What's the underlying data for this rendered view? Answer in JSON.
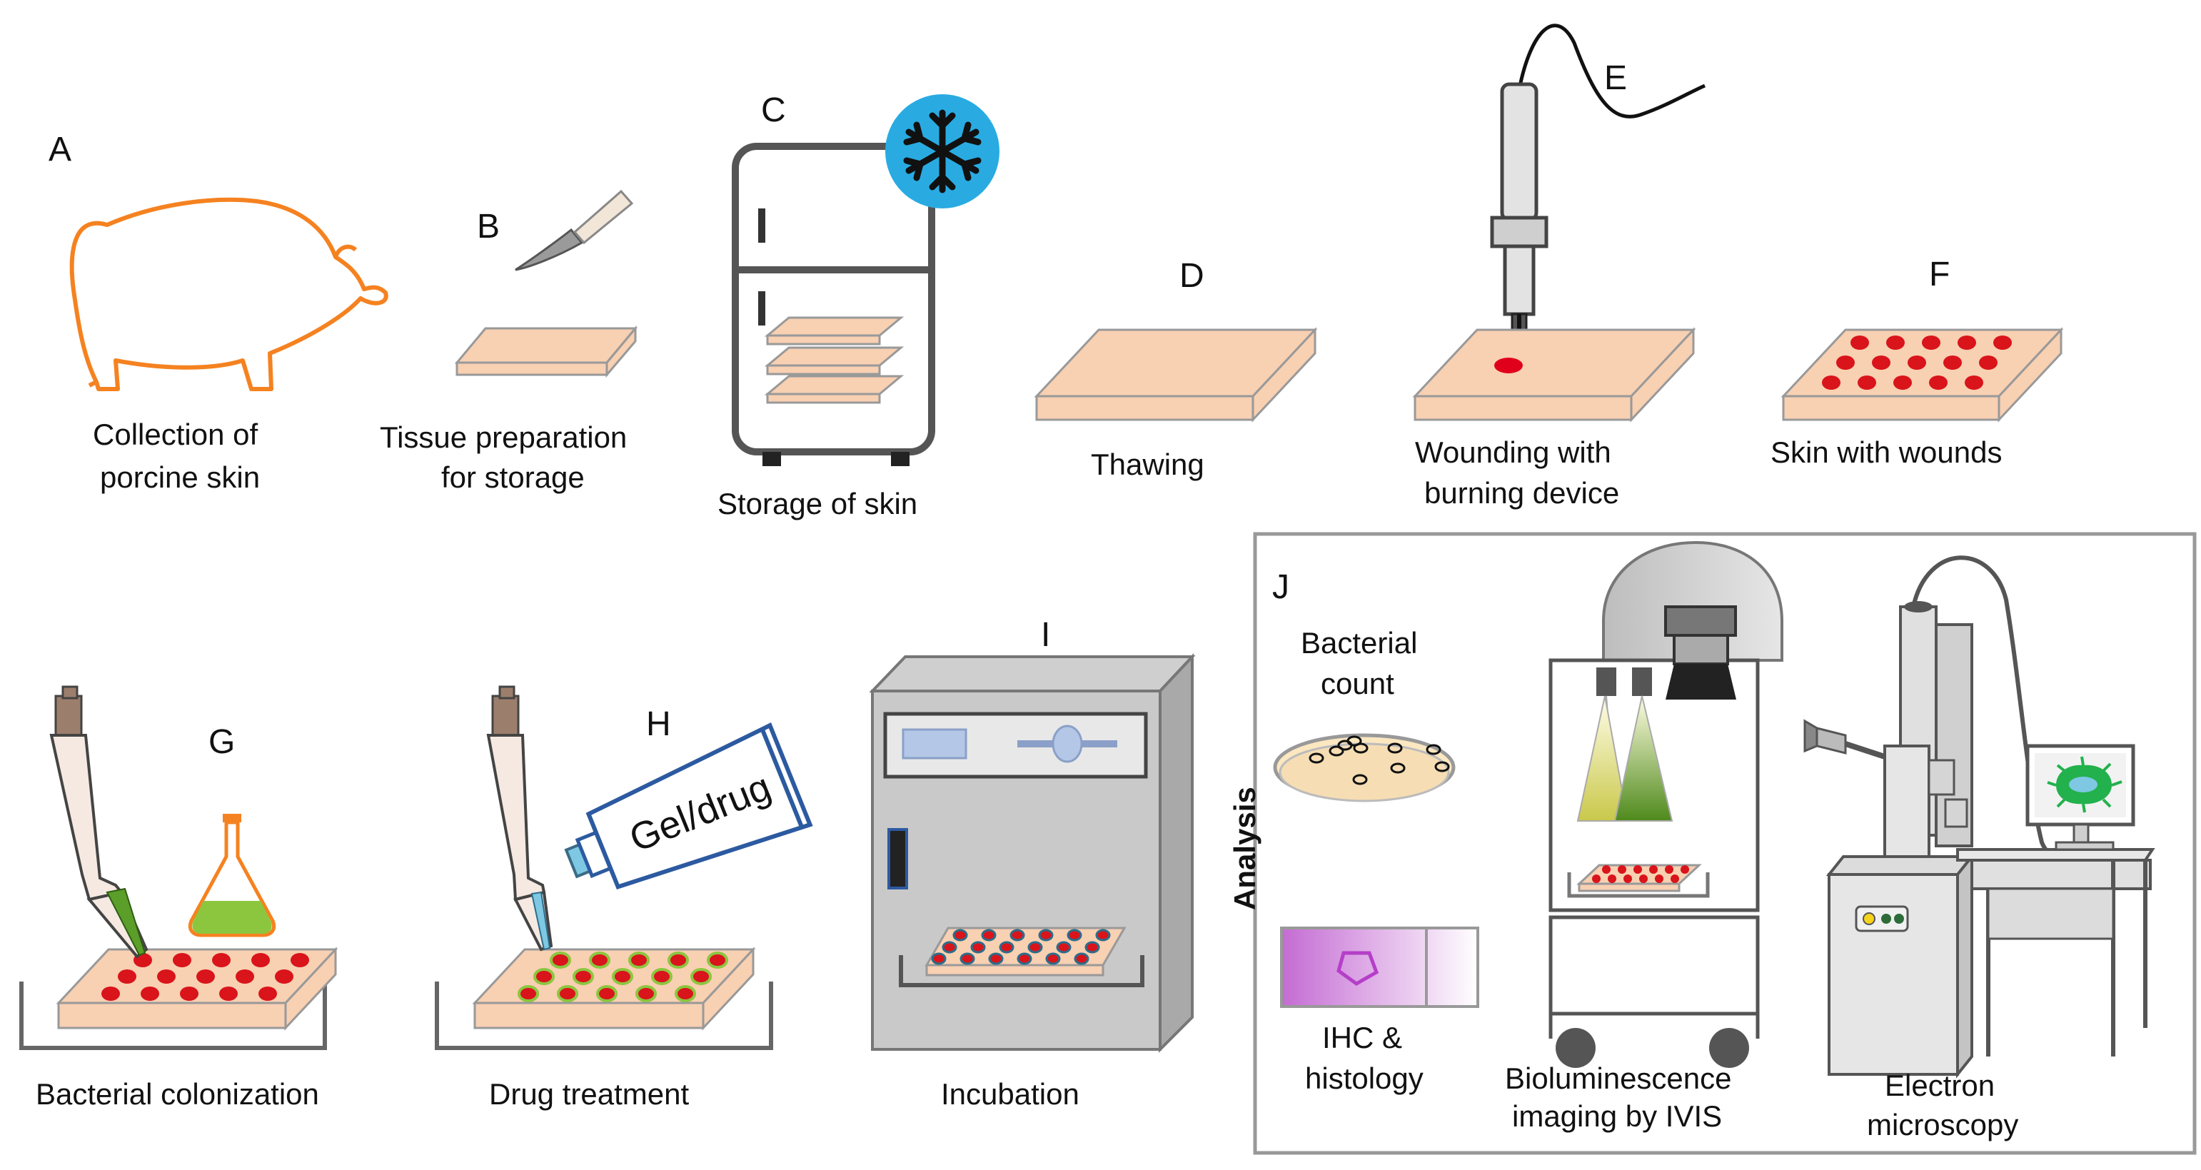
{
  "panels": {
    "a": {
      "letter": "A",
      "caption_1": "Collection of",
      "caption_2": "porcine skin"
    },
    "b": {
      "letter": "B",
      "caption_1": "Tissue preparation",
      "caption_2": "for storage"
    },
    "c": {
      "letter": "C",
      "caption_1": "Storage of skin"
    },
    "d": {
      "letter": "D",
      "caption_1": "Thawing"
    },
    "e": {
      "letter": "E",
      "caption_1": "Wounding with",
      "caption_2": "burning device"
    },
    "f": {
      "letter": "F",
      "caption_1": "Skin with wounds"
    },
    "g": {
      "letter": "G",
      "caption_1": "Bacterial colonization"
    },
    "h": {
      "letter": "H",
      "caption_1": "Drug treatment",
      "tube_label": "Gel/drug"
    },
    "i": {
      "letter": "I",
      "caption_1": "Incubation"
    },
    "j": {
      "letter": "J",
      "side_label": "Analysis",
      "bacterial_count_1": "Bacterial",
      "bacterial_count_2": "count",
      "ihc_1": "IHC &",
      "ihc_2": "histology",
      "ivis_1": "Bioluminescence",
      "ivis_2": "imaging by IVIS",
      "em_1": "Electron",
      "em_2": "microscopy"
    }
  },
  "icons": [
    "pig-icon",
    "scalpel-icon",
    "freezer-icon",
    "snowflake-icon",
    "skin-slab-icon",
    "burning-device-icon",
    "pipette-icon",
    "flask-icon",
    "gel-tube-icon",
    "incubator-icon",
    "petri-dish-icon",
    "histology-slide-icon",
    "ivis-imager-icon",
    "electron-microscope-icon"
  ],
  "colors": {
    "skin": "#f8d0b2",
    "skin_edge": "#999999",
    "wound": "#d9141b",
    "pig_outline": "#f58220",
    "snow_bg": "#29abe2",
    "bacteria": "#8cc63f",
    "drug": "#7ec8e3"
  }
}
